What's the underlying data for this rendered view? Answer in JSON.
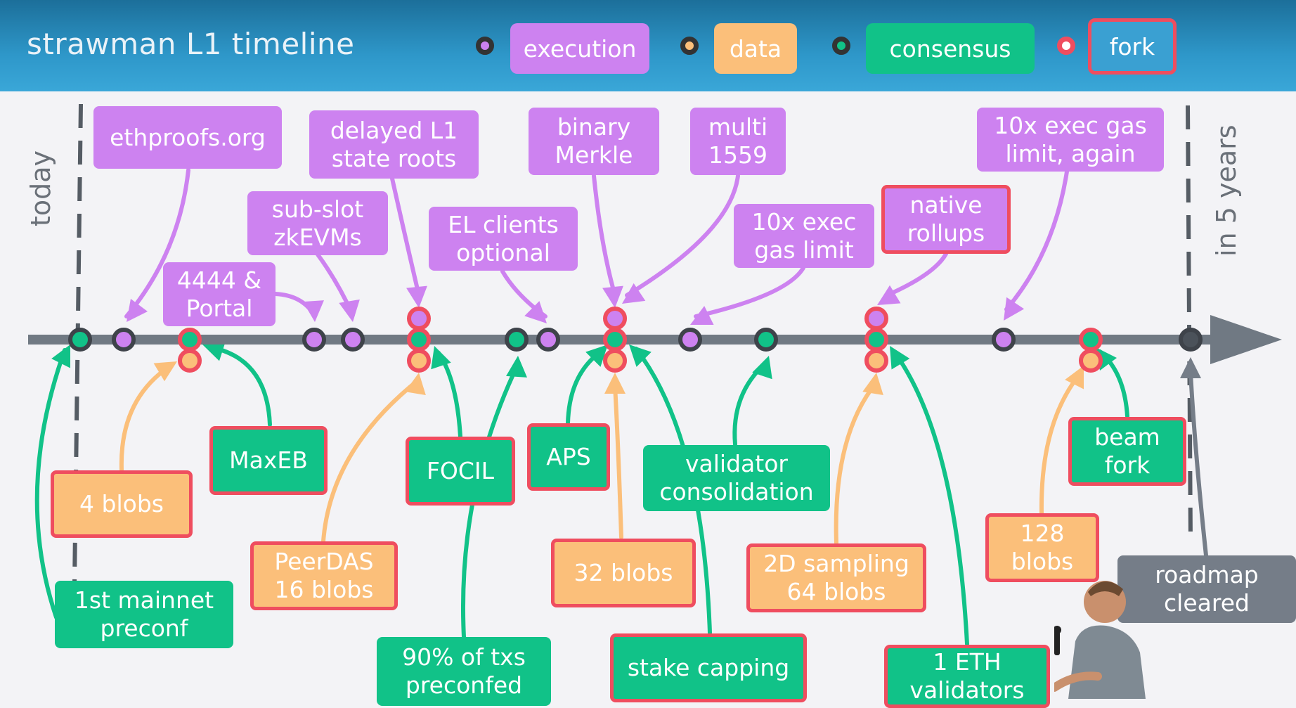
{
  "title": "strawman L1 timeline",
  "legend": [
    {
      "label": "execution",
      "color": "#cd82f0",
      "fork": false
    },
    {
      "label": "data",
      "color": "#fbbf7a",
      "fork": false
    },
    {
      "label": "consensus",
      "color": "#11c288",
      "fork": false
    },
    {
      "label": "fork",
      "color": "#ffffff",
      "fork": true
    }
  ],
  "colors": {
    "execution": "#cd82f0",
    "data": "#fbbf7a",
    "consensus": "#11c288",
    "fork": "#ef4d5f",
    "axis": "#707983",
    "gray": "#757d88"
  },
  "side_labels": {
    "start": "today",
    "end": "in 5 years"
  },
  "items": {
    "ethproofs": {
      "label": "ethproofs.org",
      "type": "execution",
      "fork": false
    },
    "delayed_roots": {
      "label": "delayed L1\nstate roots",
      "type": "execution",
      "fork": true
    },
    "binary_merkle": {
      "label": "binary\nMerkle",
      "type": "execution",
      "fork": true
    },
    "multi_1559": {
      "label": "multi\n1559",
      "type": "execution",
      "fork": true
    },
    "exec_gas_again": {
      "label": "10x exec gas\nlimit, again",
      "type": "execution",
      "fork": false
    },
    "sub_slot_zkevms": {
      "label": "sub-slot\nzkEVMs",
      "type": "execution",
      "fork": false
    },
    "el_clients_optional": {
      "label": "EL clients\noptional",
      "type": "execution",
      "fork": false
    },
    "exec_gas": {
      "label": "10x exec\ngas limit",
      "type": "execution",
      "fork": false
    },
    "native_rollups": {
      "label": "native\nrollups",
      "type": "execution",
      "fork": true
    },
    "eip4444_portal": {
      "label": "4444 &\nPortal",
      "type": "execution",
      "fork": false
    },
    "four_blobs": {
      "label": "4 blobs",
      "type": "data",
      "fork": true
    },
    "maxeb": {
      "label": "MaxEB",
      "type": "consensus",
      "fork": true
    },
    "focil": {
      "label": "FOCIL",
      "type": "consensus",
      "fork": true
    },
    "aps": {
      "label": "APS",
      "type": "consensus",
      "fork": true
    },
    "validator_consolidation": {
      "label": "validator\nconsolidation",
      "type": "consensus",
      "fork": false
    },
    "beam_fork": {
      "label": "beam\nfork",
      "type": "consensus",
      "fork": true
    },
    "peerdas": {
      "label": "PeerDAS\n16 blobs",
      "type": "data",
      "fork": true
    },
    "thirty_two_blobs": {
      "label": "32 blobs",
      "type": "data",
      "fork": true
    },
    "two_d_sampling": {
      "label": "2D sampling\n64 blobs",
      "type": "data",
      "fork": true
    },
    "one_twenty_eight_blobs": {
      "label": "128\nblobs",
      "type": "data",
      "fork": true
    },
    "first_preconf": {
      "label": "1st mainnet\npreconf",
      "type": "consensus",
      "fork": false
    },
    "txs_preconfed": {
      "label": "90% of txs\npreconfed",
      "type": "consensus",
      "fork": false
    },
    "stake_capping": {
      "label": "stake capping",
      "type": "consensus",
      "fork": true
    },
    "one_eth_validators": {
      "label": "1 ETH\nvalidators",
      "type": "consensus",
      "fork": true
    },
    "roadmap_cleared": {
      "label": "roadmap\ncleared",
      "type": "gray",
      "fork": false
    }
  }
}
